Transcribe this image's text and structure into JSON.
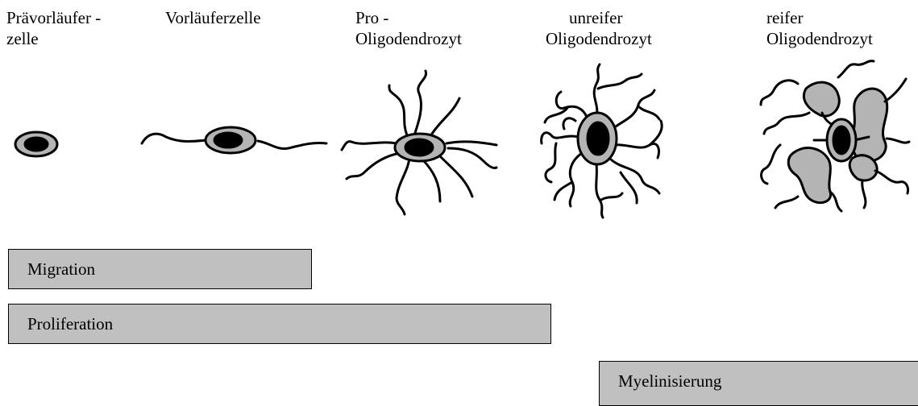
{
  "stages": [
    {
      "line1": "Prävorläufer -",
      "line2": "zelle"
    },
    {
      "line1": "Vorläuferzelle",
      "line2": ""
    },
    {
      "line1": "Pro -",
      "line2": "Oligodendrozyt"
    },
    {
      "line1": "unreifer",
      "line2": "Oligodendrozyt"
    },
    {
      "line1": "reifer",
      "line2": "Oligodendrozyt"
    }
  ],
  "processes": {
    "migration": "Migration",
    "proliferation": "Proliferation",
    "myelination": "Myelinisierung"
  },
  "colors": {
    "membrane": "#b4b4b4",
    "nucleus": "#000000",
    "bar_fill": "#c0c0c0"
  }
}
